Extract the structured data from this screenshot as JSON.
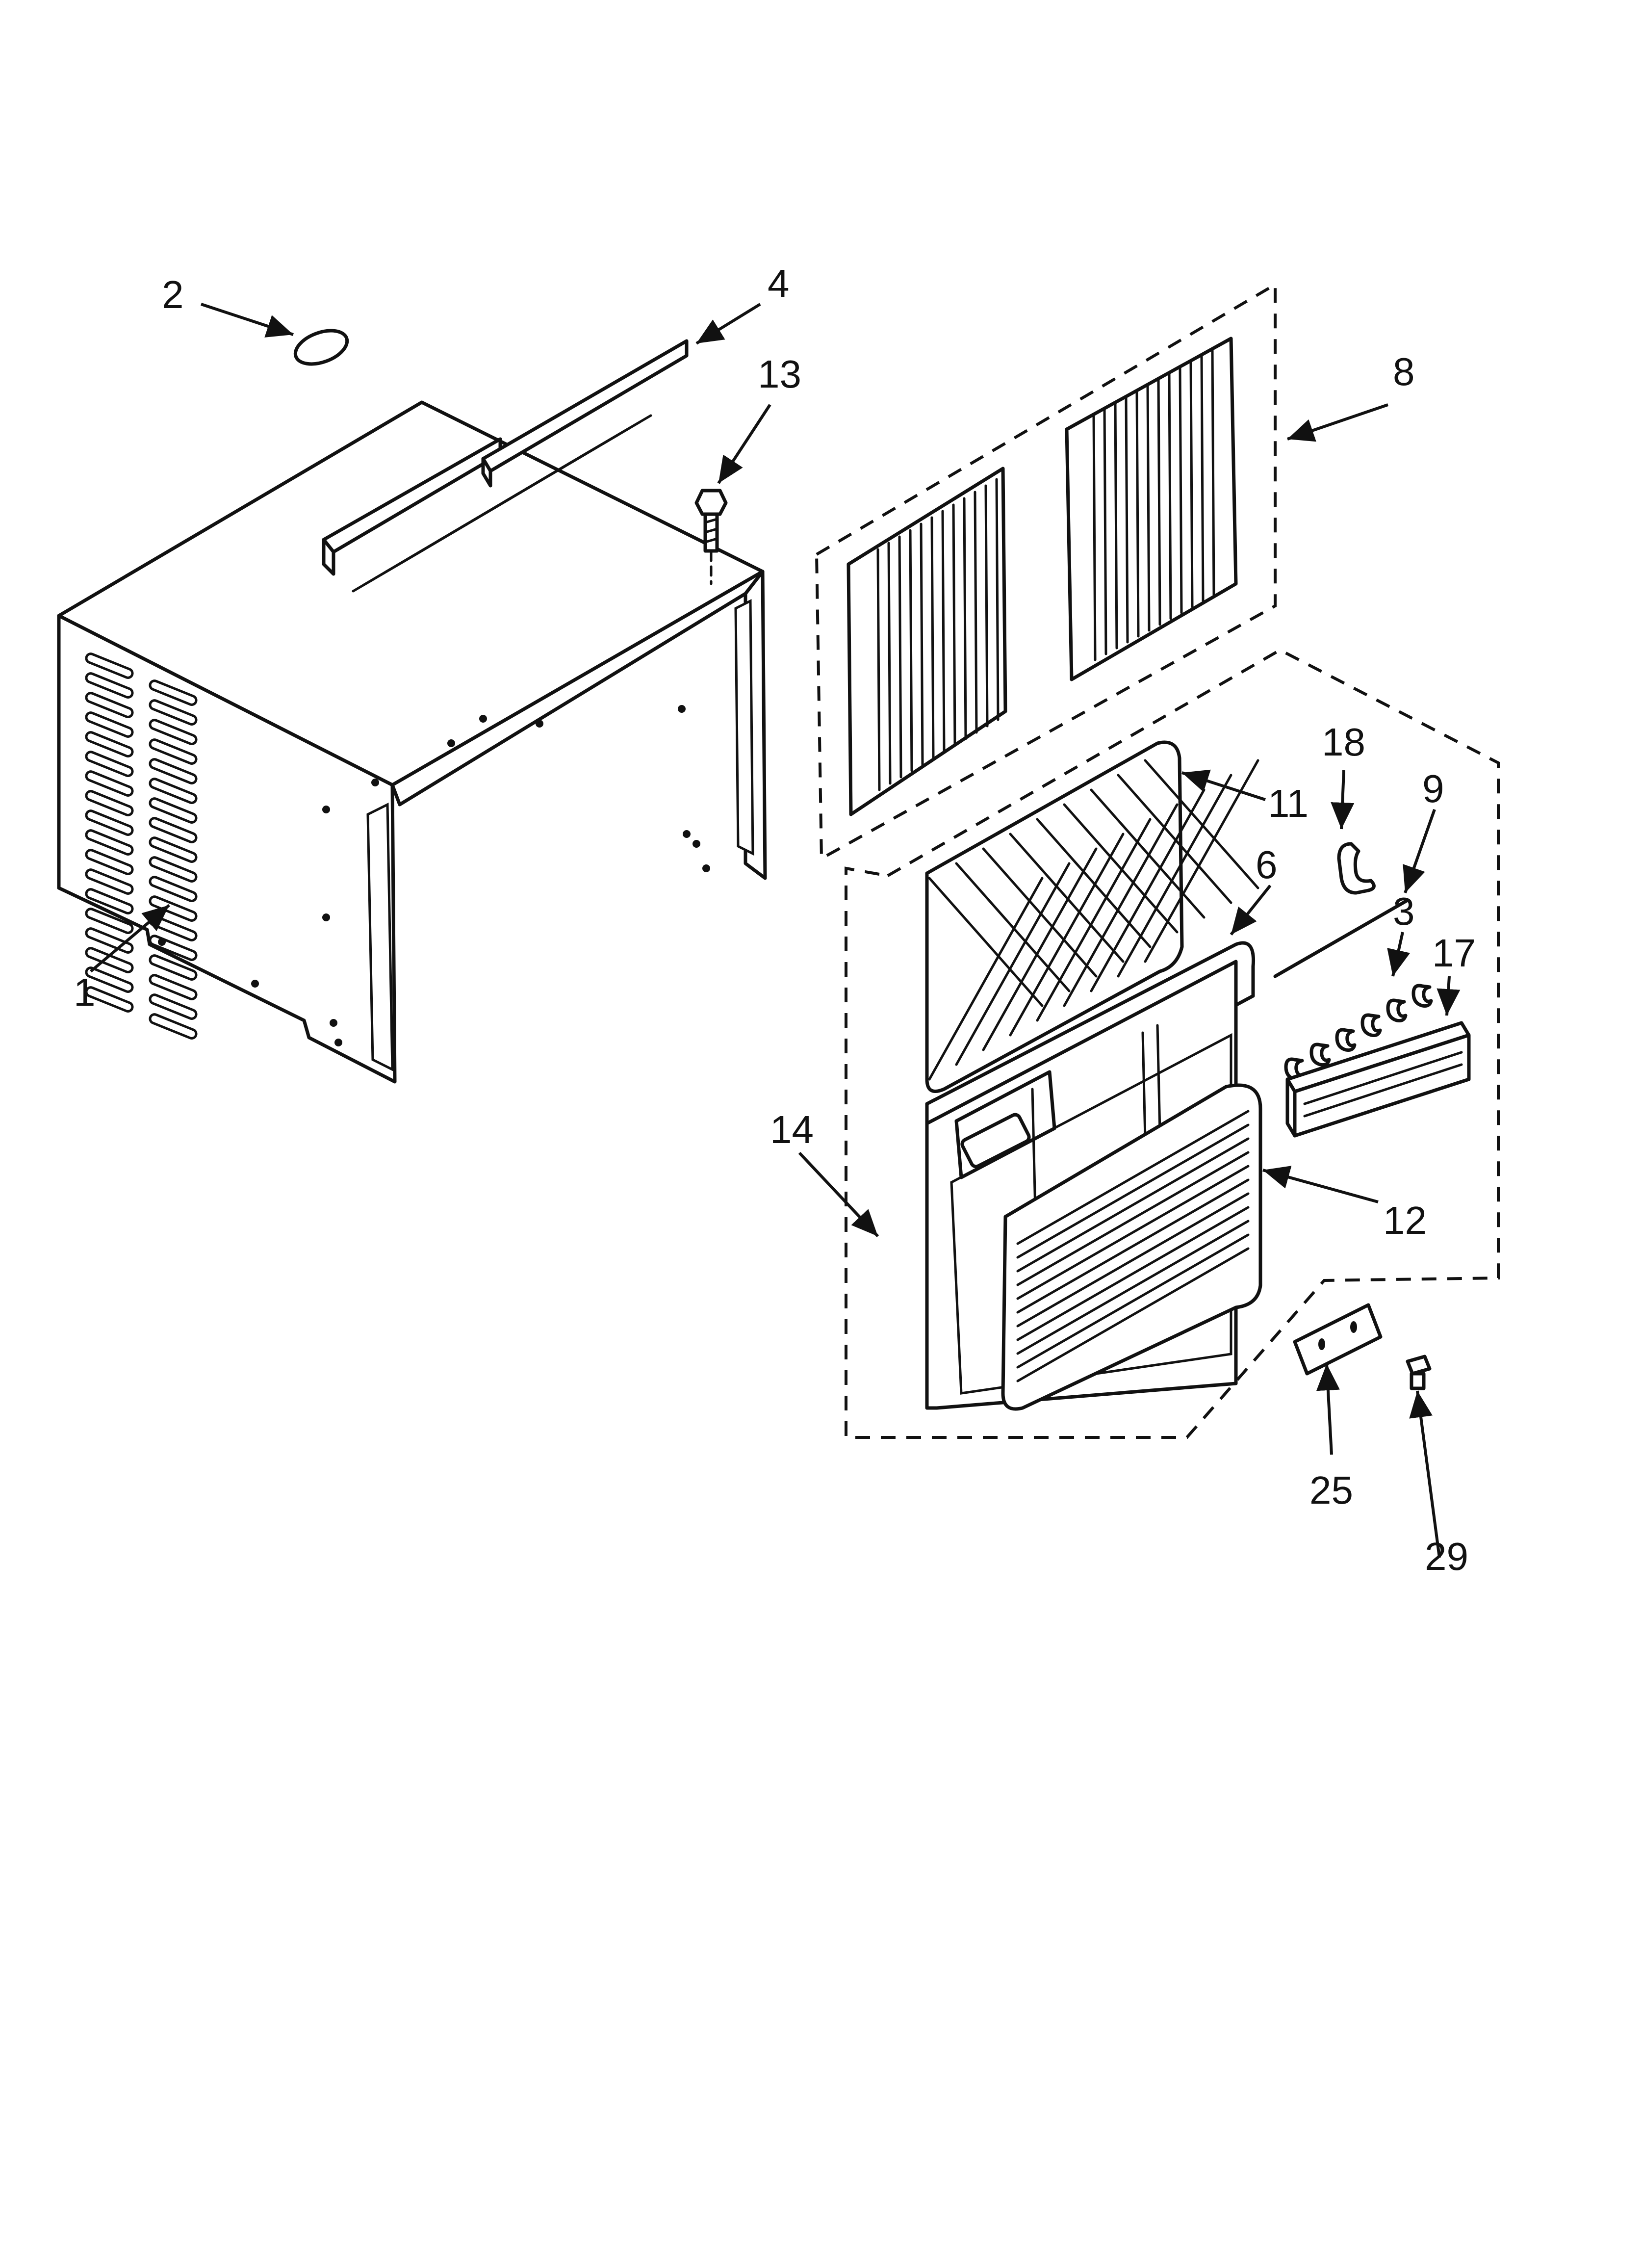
{
  "callouts": {
    "c1": "1",
    "c2": "2",
    "c3": "3",
    "c4": "4",
    "c6": "6",
    "c8": "8",
    "c9": "9",
    "c11": "11",
    "c12": "12",
    "c13": "13",
    "c14": "14",
    "c17": "17",
    "c18": "18",
    "c25": "25",
    "c29": "29"
  },
  "colors": {
    "line": "#111111",
    "background": "#ffffff"
  }
}
